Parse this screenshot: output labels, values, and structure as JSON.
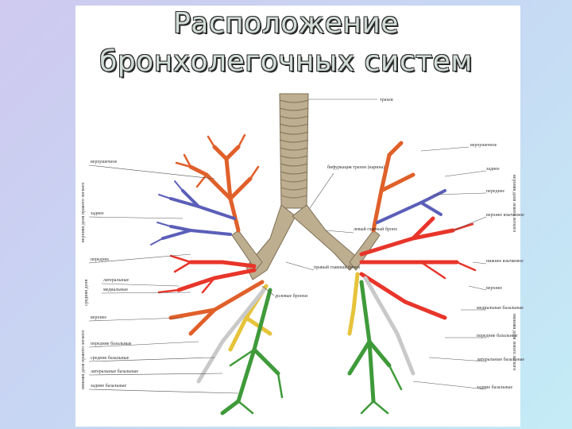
{
  "title": {
    "line1": "Расположение",
    "line2": "бронхолегочных систем"
  },
  "left_labels": {
    "upper_segments": [
      "верхушечное",
      "заднее",
      "переднее"
    ],
    "middle_segments": [
      "латеральные",
      "медиальные"
    ],
    "lower_segments": [
      "верхнее",
      "передние базальные",
      "средние базальные",
      "латеральные базальные",
      "задние базальные"
    ]
  },
  "left_lobe_captions": {
    "upper": "верхняя доля правого легкого",
    "middle": "средняя доля",
    "lower": "нижняя доля правого легкого"
  },
  "center_labels": {
    "trachea": "трахея",
    "bifurcation": "бифуркация трахеи (карина)",
    "left_main_bronchus": "левый главный бронх",
    "right_main_bronchus": "правый главный бронх",
    "lobar_bronchi": "долевые бронхи"
  },
  "right_labels": {
    "upper": [
      "верхушечное",
      "заднее",
      "переднее",
      "верхнее язычковое",
      "нижнее язычковое"
    ],
    "lower": [
      "верхнее",
      "медиальные базальные",
      "передние базальные",
      "латеральные базальные",
      "задние базальные"
    ]
  },
  "right_lobe_captions": {
    "upper": "верхняя доля левого легкого",
    "lower": "нижняя доля левого легкого"
  },
  "colors": {
    "trachea": "#b9a98a",
    "upper": "#e0602a",
    "upper_blue": "#5b5fb8",
    "middle": "#e8352a",
    "lower_yellow": "#e6c33a",
    "lower_green": "#3f9a3a",
    "lower_grey": "#c9c9c9"
  }
}
